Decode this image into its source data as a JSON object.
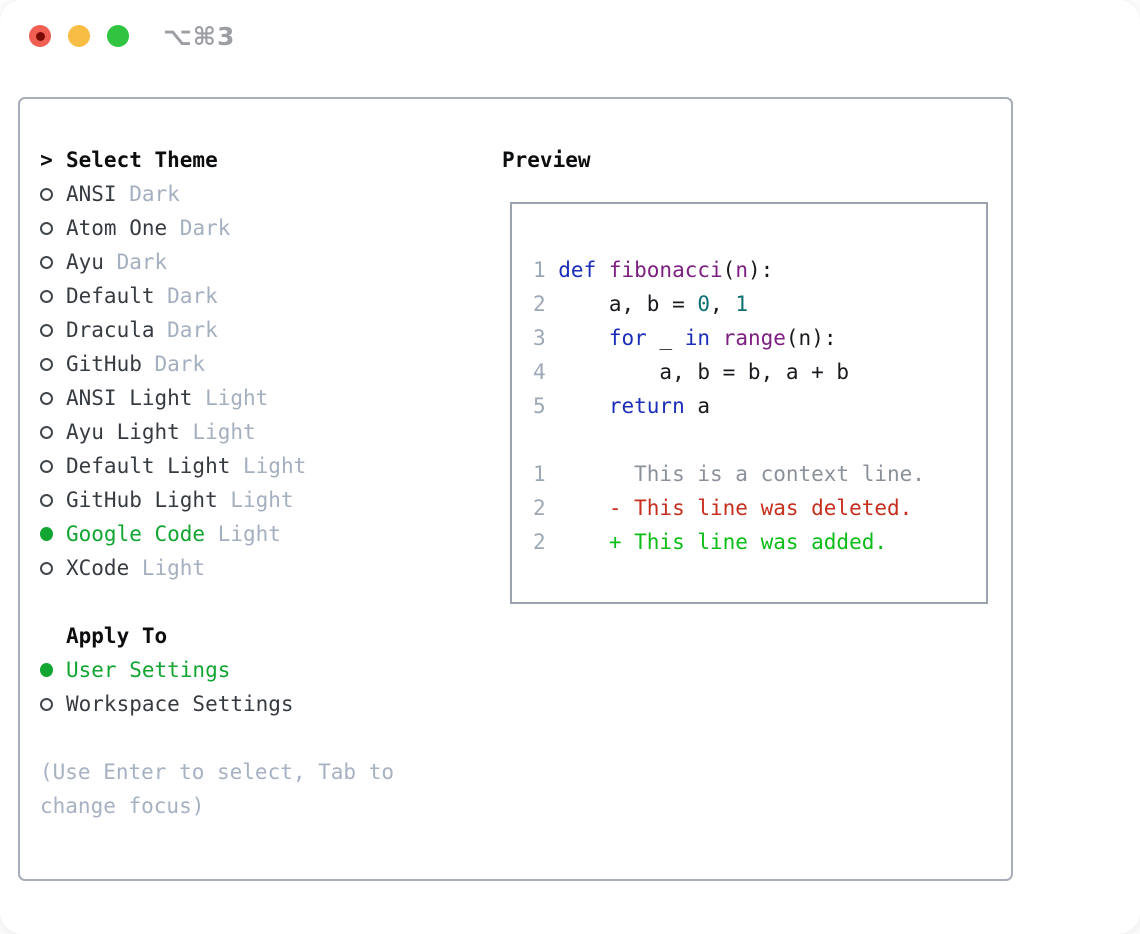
{
  "window": {
    "title": "⌥⌘3",
    "traffic_lights": [
      "close",
      "minimize",
      "zoom"
    ]
  },
  "theme_panel": {
    "header": {
      "prompt": ">",
      "label": "Select Theme"
    },
    "items": [
      {
        "name": "ANSI",
        "variant": "Dark",
        "selected": false
      },
      {
        "name": "Atom One",
        "variant": "Dark",
        "selected": false
      },
      {
        "name": "Ayu",
        "variant": "Dark",
        "selected": false
      },
      {
        "name": "Default",
        "variant": "Dark",
        "selected": false
      },
      {
        "name": "Dracula",
        "variant": "Dark",
        "selected": false
      },
      {
        "name": "GitHub",
        "variant": "Dark",
        "selected": false
      },
      {
        "name": "ANSI Light",
        "variant": "Light",
        "selected": false
      },
      {
        "name": "Ayu Light",
        "variant": "Light",
        "selected": false
      },
      {
        "name": "Default Light",
        "variant": "Light",
        "selected": false
      },
      {
        "name": "GitHub Light",
        "variant": "Light",
        "selected": false
      },
      {
        "name": "Google Code",
        "variant": "Light",
        "selected": true
      },
      {
        "name": "XCode",
        "variant": "Light",
        "selected": false
      }
    ],
    "apply_to": {
      "label": "Apply To",
      "options": [
        {
          "name": "User Settings",
          "selected": true
        },
        {
          "name": "Workspace Settings",
          "selected": false
        }
      ]
    },
    "hint_lines": [
      "(Use Enter to select, Tab to",
      "change focus)"
    ]
  },
  "preview": {
    "label": "Preview",
    "code_lines": [
      {
        "num": "1",
        "tokens": [
          {
            "text": "def ",
            "style": "kw"
          },
          {
            "text": "fibonacci",
            "style": "fn"
          },
          {
            "text": "(",
            "style": "plain"
          },
          {
            "text": "n",
            "style": "fn"
          },
          {
            "text": "):",
            "style": "plain"
          }
        ]
      },
      {
        "num": "2",
        "tokens": [
          {
            "text": "    a, b = ",
            "style": "plain"
          },
          {
            "text": "0",
            "style": "lit"
          },
          {
            "text": ", ",
            "style": "plain"
          },
          {
            "text": "1",
            "style": "lit"
          }
        ]
      },
      {
        "num": "3",
        "tokens": [
          {
            "text": "    ",
            "style": "plain"
          },
          {
            "text": "for",
            "style": "kw"
          },
          {
            "text": " _ ",
            "style": "plain"
          },
          {
            "text": "in",
            "style": "kw"
          },
          {
            "text": " ",
            "style": "plain"
          },
          {
            "text": "range",
            "style": "fn"
          },
          {
            "text": "(n):",
            "style": "plain"
          }
        ]
      },
      {
        "num": "4",
        "tokens": [
          {
            "text": "        a, b = b, a + b",
            "style": "plain"
          }
        ]
      },
      {
        "num": "5",
        "tokens": [
          {
            "text": "    ",
            "style": "plain"
          },
          {
            "text": "return",
            "style": "kw"
          },
          {
            "text": " a",
            "style": "plain"
          }
        ]
      },
      {
        "num": "",
        "tokens": []
      },
      {
        "num": "1",
        "tokens": [
          {
            "text": "      This is a context line.",
            "style": "ctx"
          }
        ]
      },
      {
        "num": "2",
        "tokens": [
          {
            "text": "    - This line was deleted.",
            "style": "del"
          }
        ]
      },
      {
        "num": "2",
        "tokens": [
          {
            "text": "    + This line was added.",
            "style": "add"
          }
        ]
      }
    ]
  },
  "colors": {
    "kw": "#1a2eb8",
    "fn": "#7d1f80",
    "lit": "#0c6f74",
    "plain": "#17191d",
    "ctx": "#8b919b",
    "del": "#c62f1d",
    "add": "#0cbd18",
    "selection_green": "#12a532",
    "variant_gray": "#a4afc0",
    "line_number_gray": "#9da8b6",
    "hint_gray": "#a6b1c2",
    "border_gray": "#a7aeb8"
  }
}
